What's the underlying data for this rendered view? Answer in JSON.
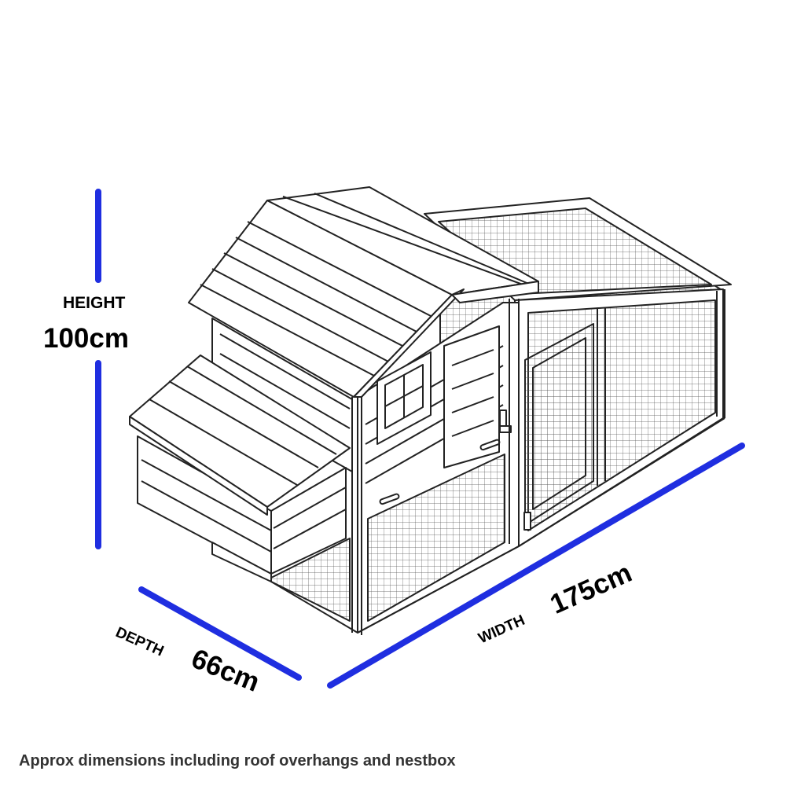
{
  "dimensions": {
    "height": {
      "label": "HEIGHT",
      "value": "100cm"
    },
    "depth": {
      "label": "DEPTH",
      "value": "66cm"
    },
    "width": {
      "label": "WIDTH",
      "value": "175cm"
    }
  },
  "caption": "Approx dimensions including roof overhangs and nestbox",
  "colors": {
    "dimension_line": "#1f2ee0",
    "outline": "#222222",
    "background": "#ffffff",
    "text": "#000000",
    "caption_text": "#333333"
  }
}
